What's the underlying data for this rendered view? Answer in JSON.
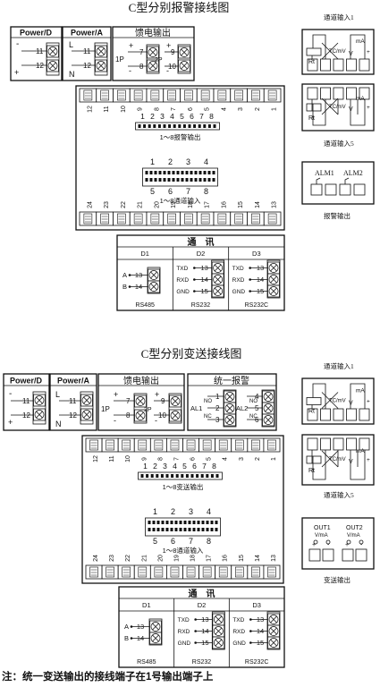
{
  "titles": {
    "top": "C型分别报警接线图",
    "bottom": "C型分别变送接线图"
  },
  "note": "注：统一变送输出的接线端子在1号输出端子上",
  "power_d": {
    "title": "Power/D",
    "minus": "-",
    "plus": "+",
    "t1": "11",
    "t2": "12"
  },
  "power_a": {
    "title": "Power/A",
    "l": "L",
    "n": "N",
    "t1": "11",
    "t2": "12"
  },
  "feed": {
    "title": "馈电输出",
    "p1": "1P",
    "p2": "2P",
    "t1": "7",
    "t2": "8",
    "t3": "9",
    "t4": "10",
    "plus": "+",
    "minus": "-"
  },
  "alarm_unified": {
    "title": "统一报警",
    "al1": "AL1",
    "al2": "AL2",
    "no": "NO",
    "nc": "NC",
    "t1": "1",
    "t2": "2",
    "t3": "3",
    "t4": "4",
    "t5": "5",
    "t6": "6"
  },
  "strip_top_numbers": [
    "12",
    "11",
    "10",
    "9",
    "8",
    "7",
    "6",
    "5",
    "4",
    "3",
    "2",
    "1"
  ],
  "strip_bottom_numbers": [
    "24",
    "23",
    "22",
    "21",
    "20",
    "19",
    "18",
    "17",
    "16",
    "15",
    "14",
    "13"
  ],
  "relay_numbers": [
    "1",
    "2",
    "3",
    "4",
    "5",
    "6",
    "7",
    "8"
  ],
  "relay_label_alarm": "1～8报警输出",
  "relay_label_transmit": "1～8变送输出",
  "channel_top": [
    "1",
    "2",
    "3",
    "4"
  ],
  "channel_bottom": [
    "5",
    "6",
    "7",
    "8"
  ],
  "channel_label": "1～8通道输入",
  "comm": {
    "title": "通　讯",
    "d1": "D1",
    "d2": "D2",
    "d3": "D3",
    "a": "A",
    "b": "B",
    "txd": "TXD",
    "rxd": "RXD",
    "gnd": "GND",
    "t13": "13",
    "t14": "14",
    "t15": "15",
    "rs485": "RS485",
    "rs232": "RS232",
    "rs232c": "RS232C"
  },
  "side": {
    "ch1": "通道输入1",
    "ch5": "通道输入5",
    "rt": "Rt",
    "tc": "TC/mV",
    "ma": "mA",
    "v": "V",
    "alm1": "ALM1",
    "alm2": "ALM2",
    "alarm_out": "报警输出",
    "out1": "OUT1",
    "out2": "OUT2",
    "vma": "V/mA",
    "transmit_out": "变送输出"
  }
}
